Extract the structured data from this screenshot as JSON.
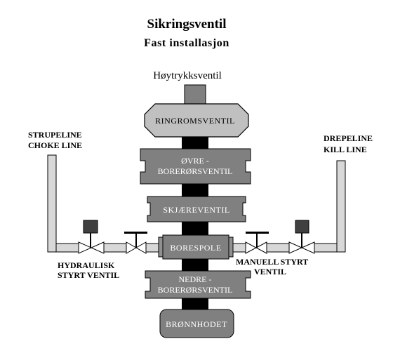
{
  "title": "Sikringsventil",
  "subtitle": "Fast installasjon",
  "top_label": "Høytrykksventil",
  "stack": {
    "annular": "RINGROMSVENTIL",
    "upper_pipe_ram_line1": "ØVRE -",
    "upper_pipe_ram_line2": "BORERØRSVENTIL",
    "shear_ram": "SKJÆREVENTIL",
    "spool": "BORESPOLE",
    "lower_pipe_ram_line1": "NEDRE -",
    "lower_pipe_ram_line2": "BORERØRSVENTIL",
    "wellhead": "BRØNNHODET"
  },
  "left": {
    "line_label_1": "STRUPELINE",
    "line_label_2": "CHOKE LINE",
    "valve_label_1": "HYDRAULISK",
    "valve_label_2": "STYRT  VENTIL"
  },
  "right": {
    "line_label_1": "DREPELINE",
    "line_label_2": "KILL LINE",
    "valve_label_1": "MANUELL STYRT",
    "valve_label_2": "VENTIL"
  },
  "colors": {
    "dark_body": "#808080",
    "light_body": "#c0c0c0",
    "connector": "#000000",
    "pipe": "#d8d8d8",
    "actuator": "#404040"
  }
}
